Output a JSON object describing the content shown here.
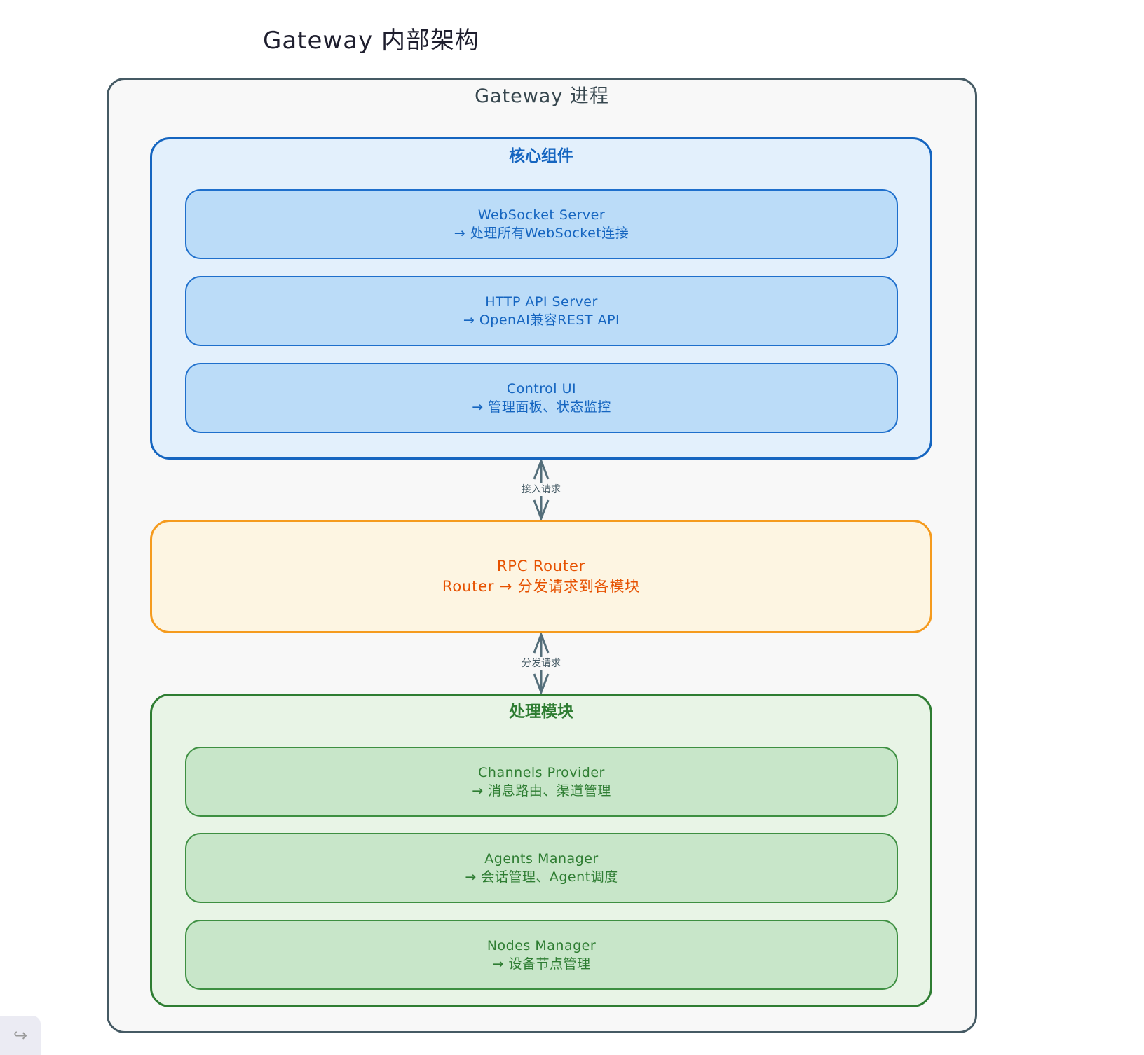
{
  "diagram": {
    "title": "Gateway 内部架构",
    "process": {
      "title": "Gateway 进程"
    },
    "core_group": {
      "title": "核心组件",
      "items": [
        {
          "name": "WebSocket Server",
          "desc": "→ 处理所有WebSocket连接"
        },
        {
          "name": "HTTP API Server",
          "desc": "→ OpenAI兼容REST API"
        },
        {
          "name": "Control UI",
          "desc": "→ 管理面板、状态监控"
        }
      ]
    },
    "connector_core_router": {
      "label": "接入请求",
      "direction": "bidirectional"
    },
    "router": {
      "name": "RPC Router",
      "desc": "Router → 分发请求到各模块"
    },
    "connector_router_proc": {
      "label": "分发请求",
      "direction": "bidirectional"
    },
    "proc_group": {
      "title": "处理模块",
      "items": [
        {
          "name": "Channels Provider",
          "desc": "→ 消息路由、渠道管理"
        },
        {
          "name": "Agents Manager",
          "desc": "→ 会话管理、Agent调度"
        },
        {
          "name": "Nodes Manager",
          "desc": "→ 设备节点管理"
        }
      ]
    },
    "colors": {
      "process_border": "#455a64",
      "core_border": "#1565c0",
      "core_fill": "#e3f0fc",
      "core_card_fill": "#bbdcf8",
      "router_border": "#f59b1e",
      "router_fill": "#fdf5e2",
      "router_text": "#e65100",
      "proc_border": "#2e7d32",
      "proc_fill": "#e8f4e6",
      "proc_card_fill": "#c8e6c9"
    }
  },
  "toolbar": {
    "redo_icon": "redo-icon",
    "redo_glyph": "↪"
  }
}
